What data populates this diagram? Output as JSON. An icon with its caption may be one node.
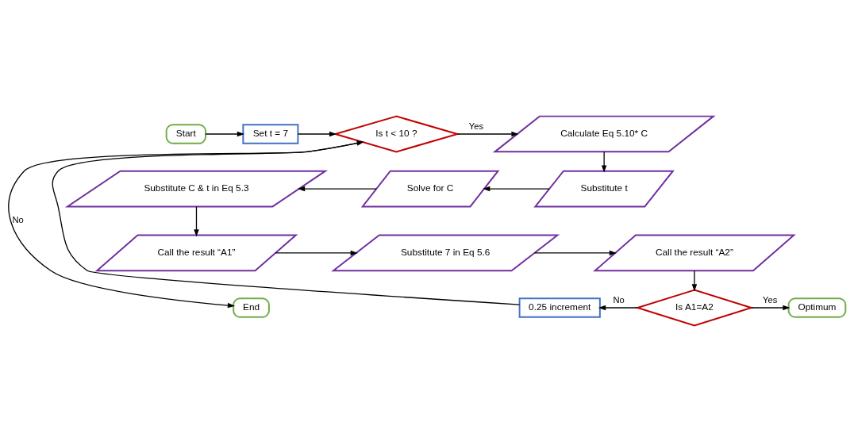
{
  "diagram": {
    "nodes": [
      {
        "text": [
          "Start"
        ]
      },
      {
        "text": [
          "Set t = 7"
        ]
      },
      {
        "text": [
          "Is t < 10 ?"
        ]
      },
      {
        "text": [
          "Calculate Eq 5.10* C"
        ]
      },
      {
        "text": [
          "Substitute t"
        ]
      },
      {
        "text": [
          "Solve for C"
        ]
      },
      {
        "text": [
          "Substitute C & t in Eq 5.3"
        ]
      },
      {
        "text": [
          "Call the result “A1”"
        ]
      },
      {
        "text": [
          "Substitute 7 in Eq 5.6"
        ]
      },
      {
        "text": [
          "Call the result “A2”"
        ]
      },
      {
        "text": [
          "Is A1=A2"
        ]
      },
      {
        "text": [
          "Optimum"
        ]
      },
      {
        "text": [
          "0.25 increment"
        ]
      },
      {
        "text": [
          "End"
        ]
      }
    ],
    "edges": [
      {
        "from": 0,
        "to": 1,
        "arrow": "to"
      },
      {
        "from": 1,
        "to": 2,
        "arrow": "to"
      },
      {
        "from": 2,
        "to": 3,
        "arrow": "to",
        "label": "Yes"
      },
      {
        "from": 3,
        "to": 4,
        "arrow": "to"
      },
      {
        "from": 4,
        "to": 5,
        "arrow": "to"
      },
      {
        "from": 5,
        "to": 6,
        "arrow": "to"
      },
      {
        "from": 6,
        "to": 7,
        "arrow": "to"
      },
      {
        "from": 7,
        "to": 8,
        "arrow": "to"
      },
      {
        "from": 8,
        "to": 9,
        "arrow": "to"
      },
      {
        "from": 9,
        "to": 10,
        "arrow": "to"
      },
      {
        "from": 10,
        "to": 11,
        "arrow": "to",
        "label": "Yes"
      },
      {
        "from": 10,
        "to": 12,
        "arrow": "to",
        "label": "No"
      },
      {
        "from": 12,
        "to": 2,
        "arrow": "to"
      },
      {
        "from": 2,
        "to": 13,
        "arrow": "to",
        "label": "No"
      }
    ]
  }
}
